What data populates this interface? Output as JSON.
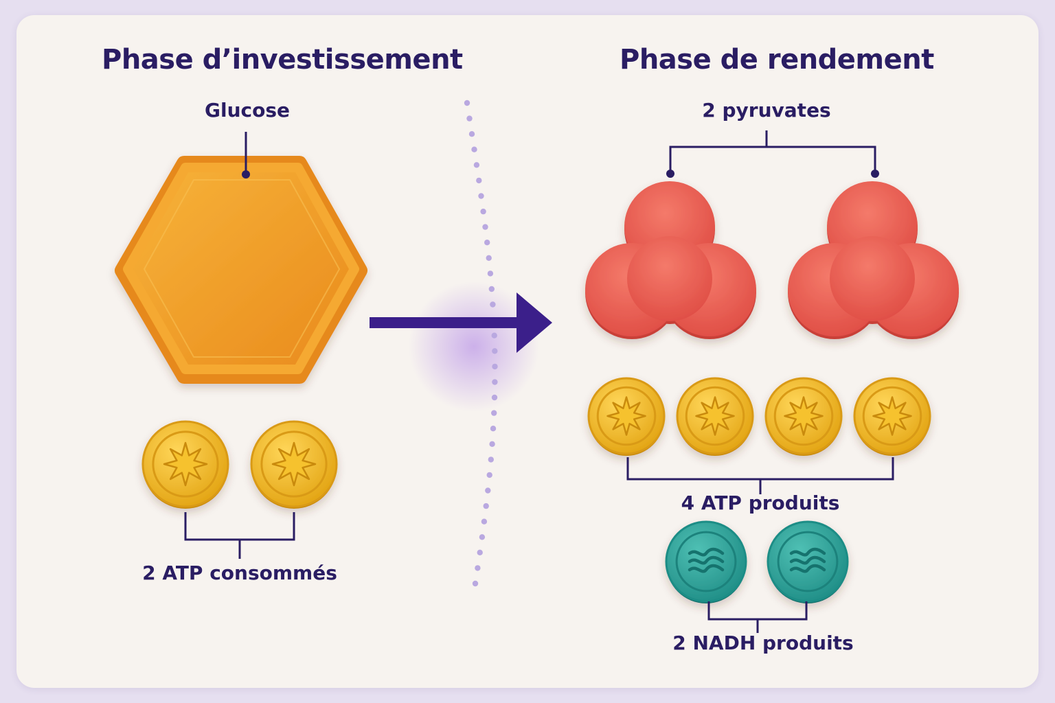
{
  "investment": {
    "title": "Phase d’investissement",
    "substrate_label": "Glucose",
    "atp_label": "2 ATP consommés",
    "atp_count": 2
  },
  "payoff": {
    "title": "Phase de rendement",
    "product_label": "2 pyruvates",
    "pyruvate_count": 2,
    "atp_label": "4 ATP produits",
    "atp_count": 4,
    "nadh_label": "2 NADH produits",
    "nadh_count": 2
  },
  "colors": {
    "background": "#e6dff0",
    "card": "#f7f3ef",
    "text": "#2a1d63",
    "arrow": "#3b1f8a",
    "glucose": "#f2a126",
    "pyruvate": "#e8584c",
    "atp_coin": "#f0b61f",
    "nadh_coin": "#2aa39a",
    "divider": "#b9a8e0"
  },
  "icons": {
    "atp": "star-coin-icon",
    "nadh": "wave-coin-icon",
    "glucose": "hexagon-icon",
    "pyruvate": "trefoil-icon",
    "transition": "right-arrow-icon"
  }
}
